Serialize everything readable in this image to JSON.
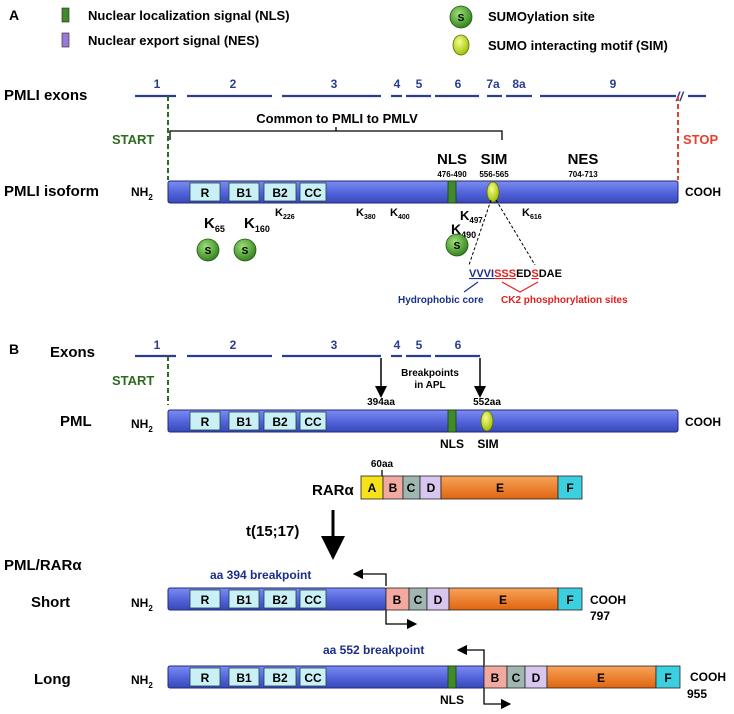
{
  "colors": {
    "bar_blue": "#5566dd",
    "bar_blue_dark": "#3344aa",
    "exon_line": "#2a3d8f",
    "start_green": "#2e6b1f",
    "stop_red": "#e8402f",
    "nls_green": "#3f8a2a",
    "nes_purple": "#9b7ad6",
    "sumo_green": "#3e9a25",
    "sim_yellow": "#c6e000",
    "domain_light": "#c9f0f6",
    "rar_A": "#f6e11a",
    "rar_B": "#f2a9a0",
    "rar_C": "#9fb7b0",
    "rar_D": "#d8c6ee",
    "rar_E": "#f07f24",
    "rar_F": "#3ccfe0",
    "ck2_red": "#e02020",
    "hydro_blue": "#1b2f8a"
  },
  "legend": {
    "nls": "Nuclear localization signal (NLS)",
    "nes": "Nuclear export signal (NES)",
    "sumo": "SUMOylation site",
    "sumo_glyph": "S",
    "sim": "SUMO interacting motif (SIM)"
  },
  "panelA": {
    "label": "A",
    "exons_label": "PMLI exons",
    "exons": [
      "1",
      "2",
      "3",
      "4",
      "5",
      "6",
      "7a",
      "8a",
      "9"
    ],
    "break_mark": "//",
    "start": "START",
    "stop": "STOP",
    "common": "Common to PMLI to PMLV",
    "nls_label": "NLS",
    "nls_range": "476-490",
    "sim_label": "SIM",
    "sim_range": "556-565",
    "nes_label": "NES",
    "nes_range": "704-713",
    "isoform_label": "PMLI isoform",
    "nh2": "NH",
    "nh2_sub": "2",
    "cooh": "COOH",
    "domains": [
      "R",
      "B1",
      "B2",
      "CC"
    ],
    "lysines": [
      {
        "k": "K",
        "sub": "65"
      },
      {
        "k": "K",
        "sub": "160"
      },
      {
        "k": "K",
        "sub": "226"
      },
      {
        "k": "K",
        "sub": "380"
      },
      {
        "k": "K",
        "sub": "400"
      },
      {
        "k": "K",
        "sub": "497"
      },
      {
        "k": "K",
        "sub": "490"
      },
      {
        "k": "K",
        "sub": "616"
      }
    ],
    "sequence": {
      "p1": "VVVI",
      "p2": "SSS",
      "p3": "ED",
      "p4": "S",
      "p5": "DAE"
    },
    "hydrophobic": "Hydrophobic core",
    "ck2": "CK2 phosphorylation sites"
  },
  "panelB": {
    "label": "B",
    "exons_label": "Exons",
    "exons": [
      "1",
      "2",
      "3",
      "4",
      "5",
      "6"
    ],
    "start": "START",
    "breakpoints": "Breakpoints",
    "in_apl": "in APL",
    "bp1": "394aa",
    "bp2": "552aa",
    "pml_label": "PML",
    "nh2": "NH",
    "nh2_sub": "2",
    "cooh": "COOH",
    "domains": [
      "R",
      "B1",
      "B2",
      "CC"
    ],
    "nls": "NLS",
    "sim": "SIM",
    "rar_label": "RARα",
    "rar_domains": [
      "A",
      "B",
      "C",
      "D",
      "E",
      "F"
    ],
    "rar_break": "60aa",
    "translocation": "t(15;17)",
    "fusion_label": "PML/RARα",
    "short_label": "Short",
    "long_label": "Long",
    "short_bp": "aa 394 breakpoint",
    "long_bp": "aa 552 breakpoint",
    "short_end": "797",
    "long_end": "955"
  }
}
